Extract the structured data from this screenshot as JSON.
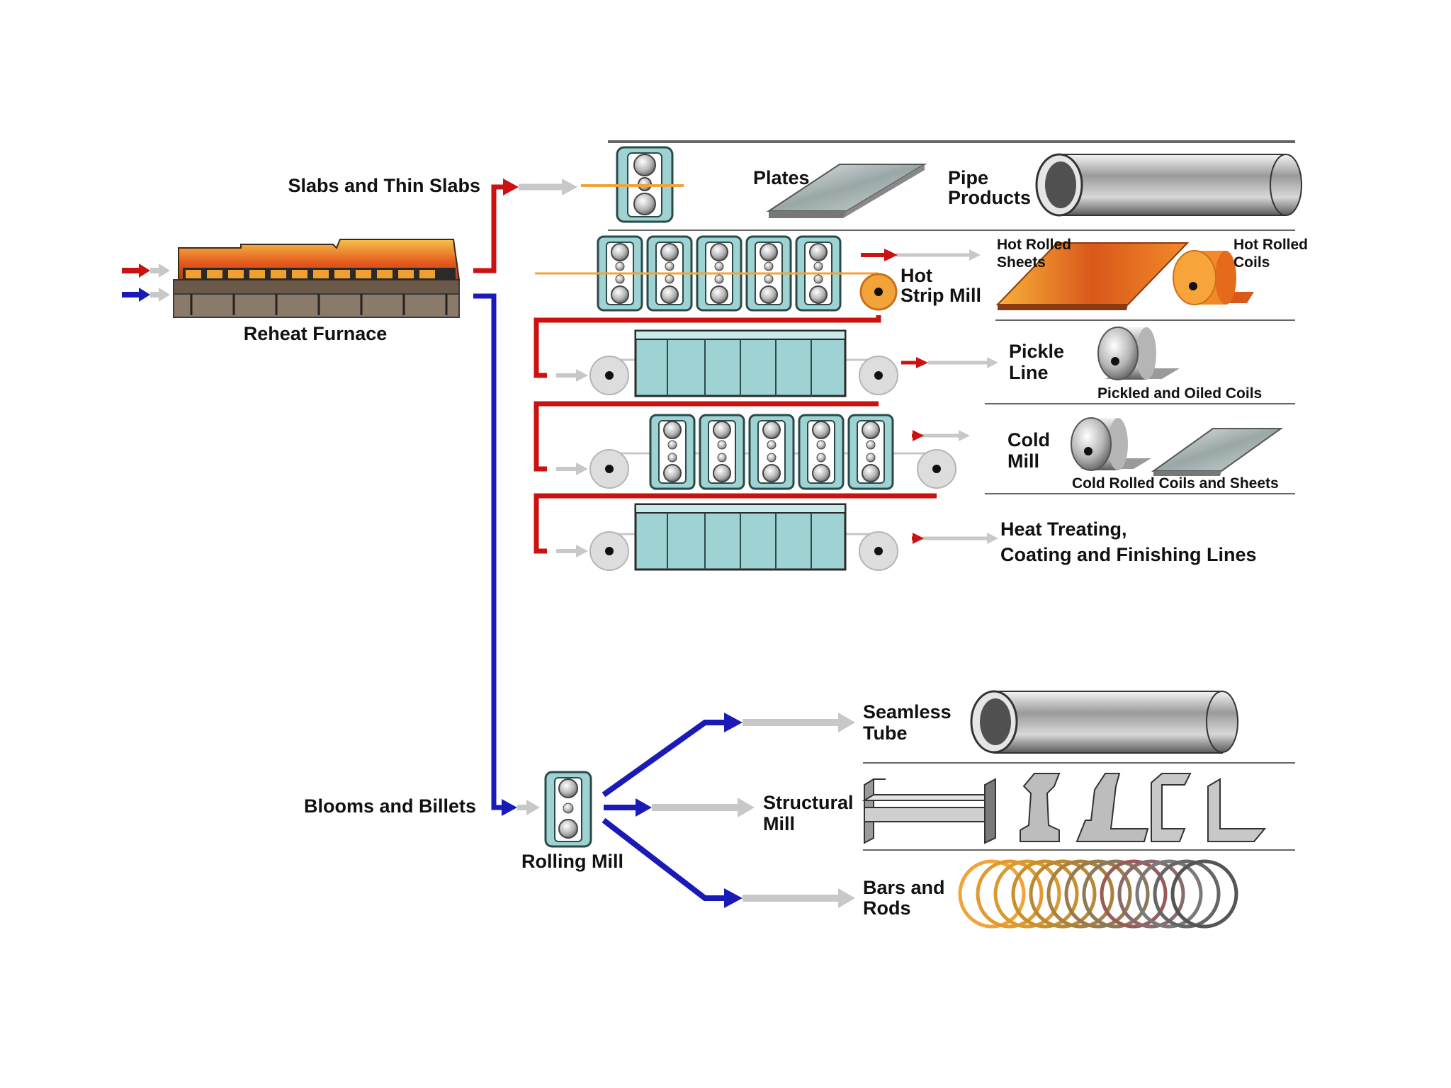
{
  "labels": {
    "reheat_furnace": "Reheat Furnace",
    "slabs_and_thin_slabs": "Slabs and Thin Slabs",
    "blooms_and_billets": "Blooms and Billets",
    "plates": "Plates",
    "pipe_products_1": "Pipe",
    "pipe_products_2": "Products",
    "hot_strip_mill_1": "Hot",
    "hot_strip_mill_2": "Strip Mill",
    "hot_rolled_sheets_1": "Hot Rolled",
    "hot_rolled_sheets_2": "Sheets",
    "hot_rolled_coils_1": "Hot Rolled",
    "hot_rolled_coils_2": "Coils",
    "pickle_line_1": "Pickle",
    "pickle_line_2": "Line",
    "pickled_and_oiled_coils": "Pickled and Oiled Coils",
    "cold_mill_1": "Cold",
    "cold_mill_2": "Mill",
    "cold_rolled_coils_and_sheets": "Cold Rolled Coils and Sheets",
    "heat_treating_1": "Heat Treating,",
    "heat_treating_2": "Coating and Finishing Lines",
    "rolling_mill": "Rolling Mill",
    "seamless_tube_1": "Seamless",
    "seamless_tube_2": "Tube",
    "structural_mill_1": "Structural",
    "structural_mill_2": "Mill",
    "bars_and_rods_1": "Bars and",
    "bars_and_rods_2": "Rods"
  },
  "colors": {
    "slab_path": "#cc1111",
    "bloom_path": "#1a1ab8",
    "transfer_arrow": "#c8c8c8",
    "equipment_fill": "#9fd3d3",
    "equipment_stroke": "#2a4a4a",
    "hot_strip": "#f2a33a",
    "section_rule": "#666666"
  },
  "icons": [
    "reheat-furnace-icon",
    "rolling-stand-icon",
    "coil-roll-icon",
    "pipe-icon",
    "steel-plate-icon",
    "i-beam-icon",
    "rail-icon",
    "channel-icon",
    "angle-icon",
    "wire-rod-coils-icon"
  ]
}
